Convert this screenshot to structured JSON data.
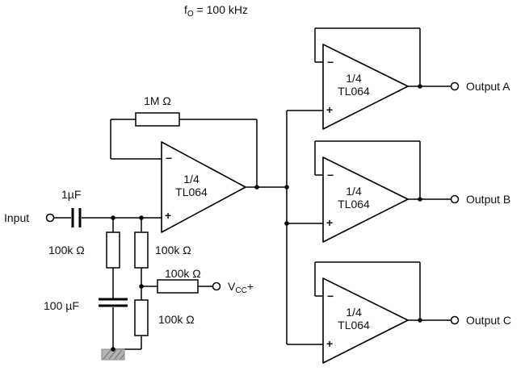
{
  "title": {
    "base": "f",
    "sub": "O",
    "rest": " = 100 kHz"
  },
  "components": {
    "input_label": "Input",
    "input_cap": "1µF",
    "feedback_resistor": "1M Ω",
    "r_left": "100k Ω",
    "r_mid": "100k Ω",
    "r_vcc": "100k Ω",
    "r_low": "100k Ω",
    "gnd_cap": "100 µF",
    "vcc": {
      "base": "V",
      "sub": "CC",
      "suffix": "+"
    }
  },
  "opamp": {
    "fraction": "1/4",
    "part": "TL064",
    "minus": "−",
    "plus": "+"
  },
  "outputs": {
    "a": "Output A",
    "b": "Output B",
    "c": "Output C"
  }
}
